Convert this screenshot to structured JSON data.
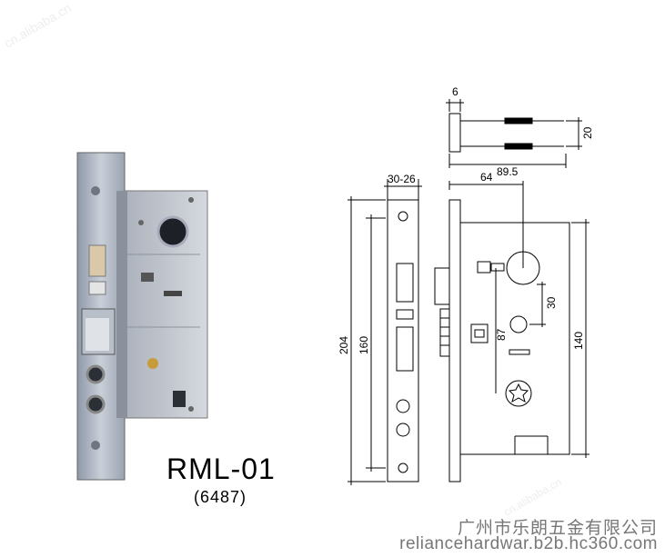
{
  "product": {
    "model": "RML-01",
    "code": "(6487)"
  },
  "footer": {
    "company": "广州市乐朗五金有限公司",
    "website": "reliancehardwar.b2b.hc360.com"
  },
  "watermark": "cn.alibaba.cn",
  "dimensions": {
    "thickness": "6",
    "height_small": "20",
    "length_total": "89.5",
    "backset": "64",
    "faceplate_width": "30-26",
    "faceplate_height": "204",
    "inner_height": "160",
    "case_height": "140",
    "spindle_offset": "30",
    "center_to_center": "87"
  }
}
